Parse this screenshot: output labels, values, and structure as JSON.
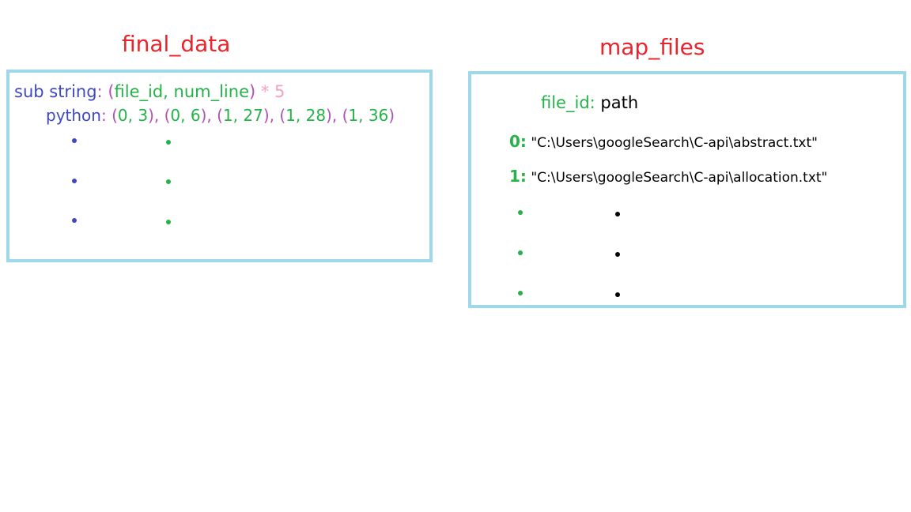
{
  "final_data": {
    "title": "final_data",
    "header_key": "sub string",
    "header_colon": ":",
    "header_open": "(",
    "header_fields": "file_id, num_line",
    "header_close": ")",
    "header_mult": " * 5",
    "row_key": "python",
    "row_colon": ":",
    "row_pairs": [
      {
        "open": "(",
        "val": "0, 3",
        "close": ")"
      },
      {
        "open": "(",
        "val": "0, 6",
        "close": ")"
      },
      {
        "open": "(",
        "val": "1, 27",
        "close": ")"
      },
      {
        "open": "(",
        "val": "1, 28",
        "close": ")"
      },
      {
        "open": "(",
        "val": "1, 36",
        "close": ")"
      }
    ],
    "sep": ", "
  },
  "map_files": {
    "title": "map_files",
    "header_key": "file_id",
    "header_colon": ":",
    "header_value": "path",
    "entries": [
      {
        "id": "0:",
        "path": "\"C:\\Users\\googleSearch\\C-api\\abstract.txt\""
      },
      {
        "id": "1:",
        "path": "\"C:\\Users\\googleSearch\\C-api\\allocation.txt\""
      }
    ]
  },
  "colors": {
    "title": "#e8242c",
    "box_border": "#9fd8e8",
    "key_blue": "#4048c0",
    "value_green": "#25b24a",
    "paren_purple": "#b050b8",
    "mult_pink": "#f4a2c4"
  }
}
